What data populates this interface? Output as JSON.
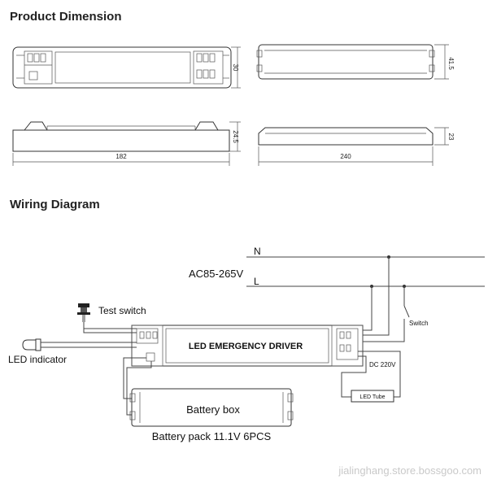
{
  "headings": {
    "dimension": "Product Dimension",
    "wiring": "Wiring Diagram"
  },
  "dimensions": {
    "top_width_label": "30",
    "top_side_label": "41.5",
    "front_height_label": "24.5",
    "front_length_label": "182",
    "side_height_label": "23",
    "side_length_label": "240"
  },
  "wiring": {
    "neutral": "N",
    "supply": "AC85-265V",
    "live": "L",
    "test_switch": "Test switch",
    "led_indicator": "LED indicator",
    "driver": "LED EMERGENCY DRIVER",
    "switch": "Switch",
    "dc_output": "DC 220V",
    "led_tube": "LED Tube",
    "battery_box": "Battery box",
    "battery_pack": "Battery pack 11.1V 6PCS"
  },
  "watermark": "jialinghang.store.bossgoo.com"
}
